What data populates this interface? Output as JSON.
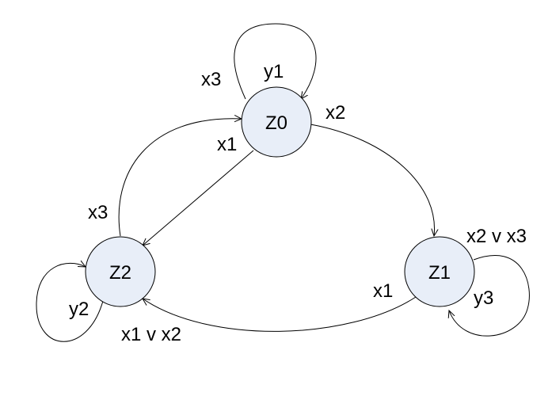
{
  "colors": {
    "state_fill": "#e8eef8",
    "stroke": "#000000",
    "background": "#ffffff"
  },
  "states": {
    "z0": "Z0",
    "z1": "Z1",
    "z2": "Z2"
  },
  "labels": {
    "z0_self_left": "x3",
    "z0_self_top": "y1",
    "z0_to_z1": "x2",
    "z0_to_z2": "x1",
    "z2_to_z0": "x3",
    "z1_self_top": "x2 v x3",
    "z1_self_right": "y3",
    "z1_to_z2_left": "x1",
    "z2_self": "y2",
    "z1_to_z2_bottom": "x1 v x2"
  }
}
